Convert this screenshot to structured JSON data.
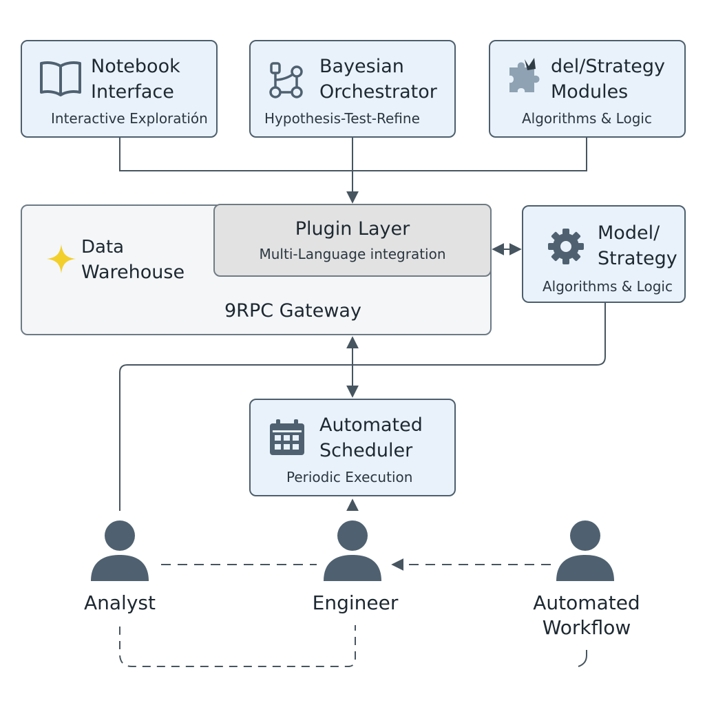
{
  "boxes": {
    "notebook": {
      "title_line1": "Notebook",
      "title_line2": "Interface",
      "subtitle": "Interactive Exploratión"
    },
    "bayesian": {
      "title_line1": "Bayesian",
      "title_line2": "Orchestrator",
      "subtitle": "Hypothesis-Test-Refine"
    },
    "modules": {
      "title_line1": "del/Strategy",
      "title_line2": "Modules",
      "subtitle": "Algorithms & Logic"
    },
    "gateway": {
      "title": "9RPC Gateway"
    },
    "warehouse": {
      "title_line1": "Data",
      "title_line2": "Warehouse"
    },
    "plugin": {
      "title": "Plugin Layer",
      "subtitle": "Multi-Language integration"
    },
    "model": {
      "title_line1": "Model/",
      "title_line2": "Strategy",
      "subtitle": "Algorithms & Logic"
    },
    "scheduler": {
      "title_line1": "Automated",
      "title_line2": "Scheduler",
      "subtitle": "Periodic Execution"
    }
  },
  "actors": {
    "analyst": {
      "label": "Analyst"
    },
    "engineer": {
      "label": "Engineer"
    },
    "workflow": {
      "label_line1": "Automated",
      "label_line2": "Workflow"
    }
  },
  "icons": {
    "notebook": "open-book-icon",
    "bayesian": "workflow-nodes-icon",
    "modules": "puzzle-piece-icon",
    "warehouse": "sparkle-icon",
    "model": "gear-icon",
    "scheduler": "calendar-icon",
    "actors": "person-icon"
  },
  "colors": {
    "box_fill": "#e9f2fb",
    "box_border": "#4c5e6c",
    "plugin_fill": "#e2e2e2",
    "gateway_fill": "#f4f6f8",
    "line": "#46555f",
    "icon": "#4f6170",
    "sparkle": "#f3cf2c"
  }
}
